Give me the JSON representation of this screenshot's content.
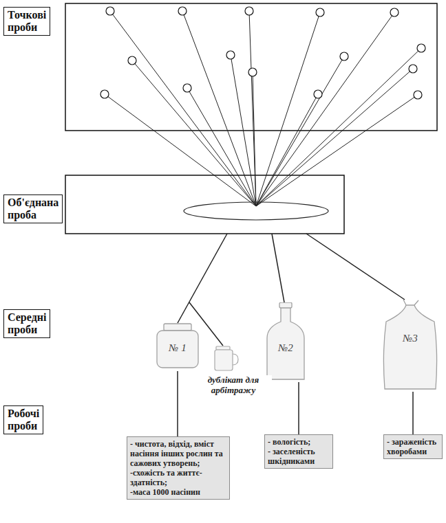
{
  "diagram": {
    "nodes": [
      {
        "text": [
          "Точкові проби"
        ]
      },
      {
        "text": [
          "Об'єднана проба"
        ]
      },
      {
        "text": [
          "Середні проби"
        ]
      },
      {
        "text": [
          "№ 1"
        ]
      },
      {
        "text": [
          "№2"
        ]
      },
      {
        "text": [
          "№3"
        ]
      },
      {
        "text": [
          "Робочі проби"
        ]
      },
      {
        "text": [
          "- чистота, відхід, вміст насіння інших рослин та сажових утворень;",
          "-схожість та життє- здатність;",
          "-маса 1000 насінин"
        ]
      },
      {
        "text": [
          "- вологість;",
          "- заселеність шкідниками"
        ]
      },
      {
        "text": [
          "- зараженість хворобами"
        ]
      }
    ],
    "edges": [
      {
        "from": 3,
        "to": 7,
        "arrow": "none"
      },
      {
        "from": 4,
        "to": 8,
        "arrow": "none"
      },
      {
        "from": 5,
        "to": 9,
        "arrow": "none"
      }
    ],
    "labels": [
      "дублікат для арбітражу"
    ]
  }
}
